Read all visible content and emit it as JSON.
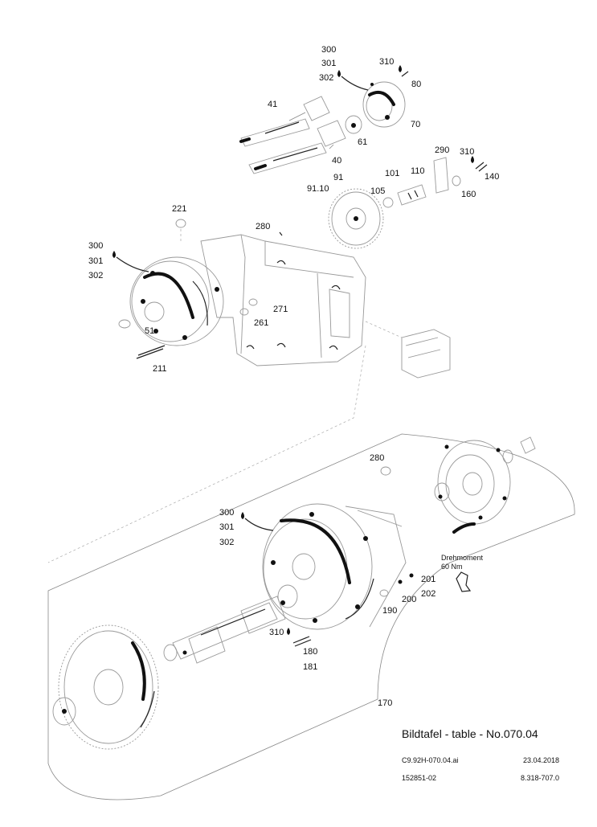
{
  "callouts": [
    {
      "id": "c300a",
      "text": "300"
    },
    {
      "id": "c301a",
      "text": "301"
    },
    {
      "id": "c302a",
      "text": "302"
    },
    {
      "id": "c310a",
      "text": "310"
    },
    {
      "id": "c80",
      "text": "80"
    },
    {
      "id": "c41",
      "text": "41"
    },
    {
      "id": "c70",
      "text": "70"
    },
    {
      "id": "c61",
      "text": "61"
    },
    {
      "id": "c40",
      "text": "40"
    },
    {
      "id": "c91",
      "text": "91"
    },
    {
      "id": "c9110",
      "text": "91.10"
    },
    {
      "id": "c101",
      "text": "101"
    },
    {
      "id": "c110",
      "text": "110"
    },
    {
      "id": "c290",
      "text": "290"
    },
    {
      "id": "c310b",
      "text": "310"
    },
    {
      "id": "c140",
      "text": "140"
    },
    {
      "id": "c105",
      "text": "105"
    },
    {
      "id": "c160",
      "text": "160"
    },
    {
      "id": "c221",
      "text": "221"
    },
    {
      "id": "c280a",
      "text": "280"
    },
    {
      "id": "c300b",
      "text": "300"
    },
    {
      "id": "c301b",
      "text": "301"
    },
    {
      "id": "c302b",
      "text": "302"
    },
    {
      "id": "c271",
      "text": "271"
    },
    {
      "id": "c261",
      "text": "261"
    },
    {
      "id": "c51",
      "text": "51"
    },
    {
      "id": "c211",
      "text": "211"
    },
    {
      "id": "c280b",
      "text": "280"
    },
    {
      "id": "c300c",
      "text": "300"
    },
    {
      "id": "c301c",
      "text": "301"
    },
    {
      "id": "c302c",
      "text": "302"
    },
    {
      "id": "c201",
      "text": "201"
    },
    {
      "id": "c202",
      "text": "202"
    },
    {
      "id": "c200",
      "text": "200"
    },
    {
      "id": "c190",
      "text": "190"
    },
    {
      "id": "c310c",
      "text": "310"
    },
    {
      "id": "c180",
      "text": "180"
    },
    {
      "id": "c181",
      "text": "181"
    },
    {
      "id": "c170",
      "text": "170"
    }
  ],
  "torque_note": {
    "line1": "Drehmoment",
    "line2": "60 Nm"
  },
  "title_block": {
    "title": "Bildtafel - table - No.070.04",
    "file": "C9.92H-070.04.ai",
    "date": "23.04.2018",
    "number": "152851-02",
    "ref": "8.318-707.0"
  }
}
